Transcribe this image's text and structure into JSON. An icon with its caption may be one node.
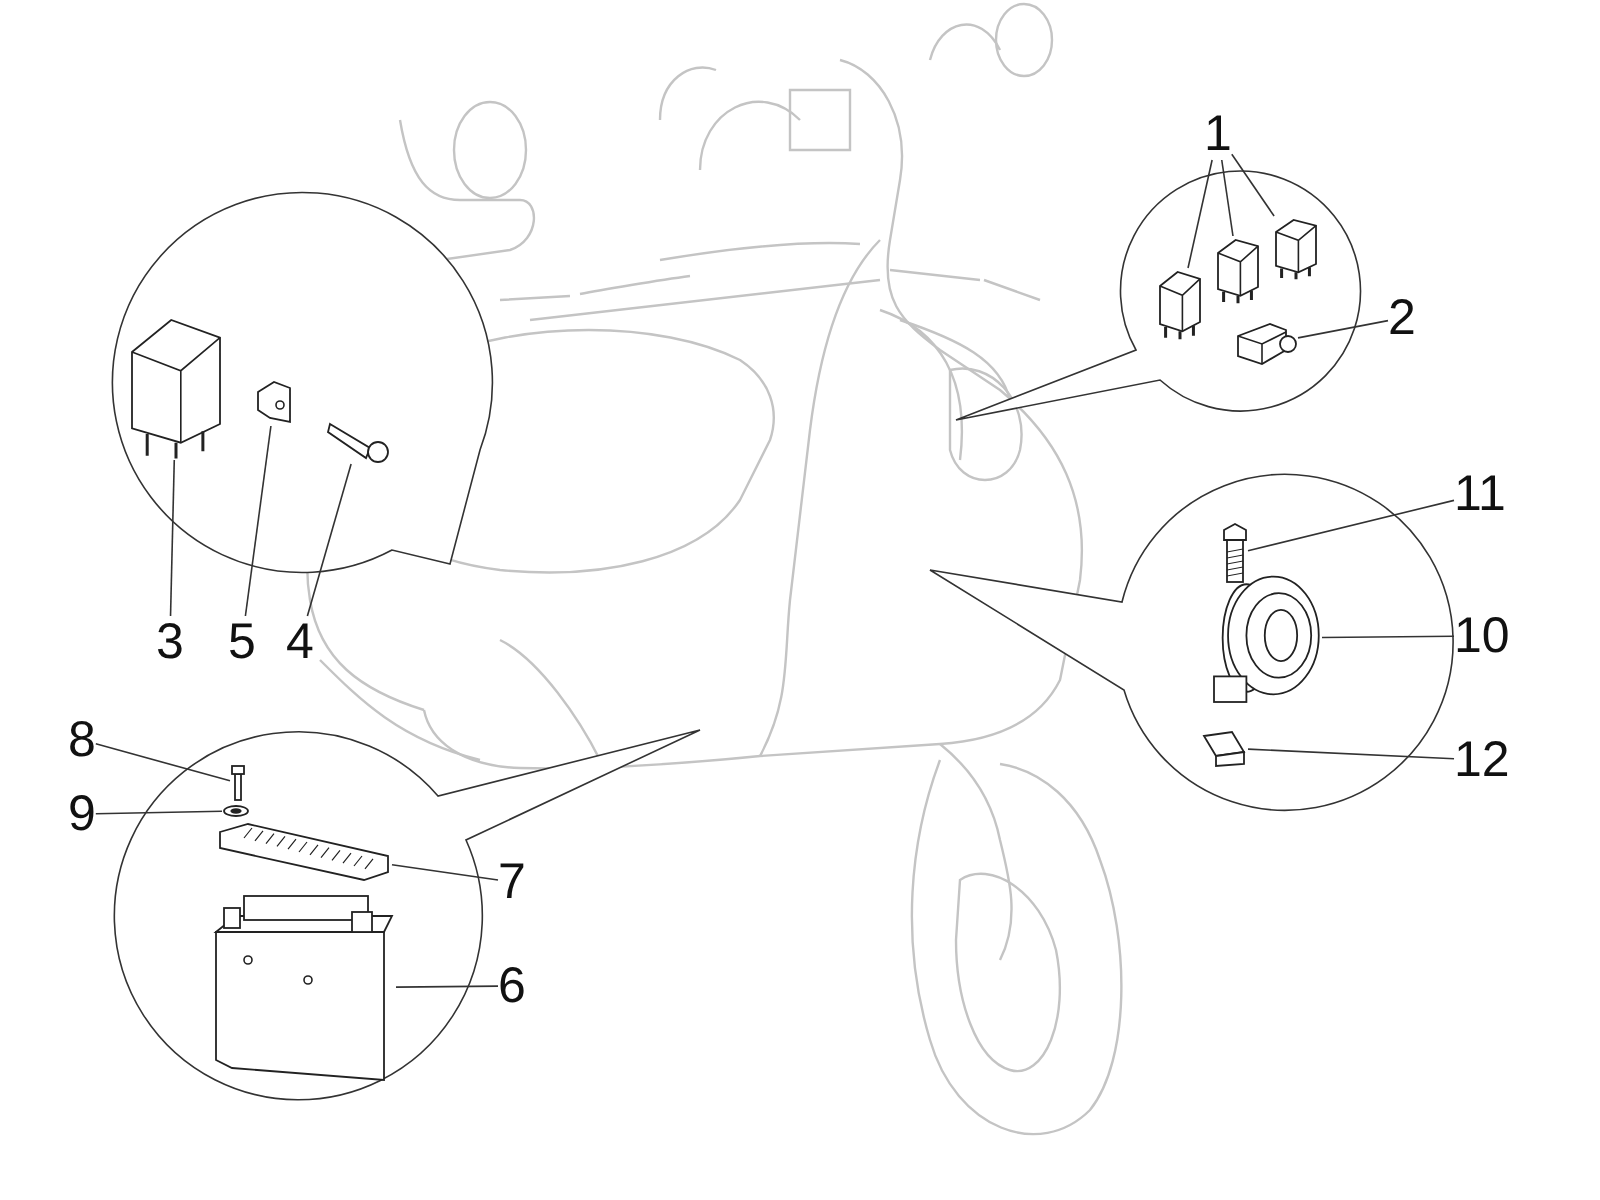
{
  "diagram": {
    "nodes": [
      {
        "text": [
          "1"
        ]
      },
      {
        "text": [],
        "shape": "picture"
      },
      {
        "text": [],
        "shape": "picture"
      },
      {
        "text": [],
        "shape": "picture"
      },
      {
        "text": [
          "2"
        ]
      },
      {
        "text": [],
        "shape": "picture"
      },
      {
        "text": [
          "3"
        ]
      },
      {
        "text": [],
        "shape": "picture"
      },
      {
        "text": [
          "5"
        ]
      },
      {
        "text": [],
        "shape": "picture"
      },
      {
        "text": [
          "4"
        ]
      },
      {
        "text": [],
        "shape": "picture"
      },
      {
        "text": [
          "11"
        ]
      },
      {
        "text": [],
        "shape": "picture"
      },
      {
        "text": [
          "10"
        ]
      },
      {
        "text": [],
        "shape": "picture"
      },
      {
        "text": [
          "12"
        ]
      },
      {
        "text": [],
        "shape": "picture"
      },
      {
        "text": [
          "8"
        ]
      },
      {
        "text": [],
        "shape": "picture"
      },
      {
        "text": [
          "9"
        ]
      },
      {
        "text": [],
        "shape": "picture"
      },
      {
        "text": [
          "7"
        ]
      },
      {
        "text": [],
        "shape": "picture"
      },
      {
        "text": [
          "6"
        ]
      },
      {
        "text": [],
        "shape": "picture"
      }
    ],
    "edges": [
      {
        "from": 0,
        "to": 1,
        "arrow": "none"
      },
      {
        "from": 0,
        "to": 2,
        "arrow": "none"
      },
      {
        "from": 0,
        "to": 3,
        "arrow": "none"
      },
      {
        "from": 4,
        "to": 5,
        "arrow": "none"
      },
      {
        "from": 6,
        "to": 7,
        "arrow": "none"
      },
      {
        "from": 8,
        "to": 9,
        "arrow": "none"
      },
      {
        "from": 10,
        "to": 11,
        "arrow": "none"
      },
      {
        "from": 12,
        "to": 13,
        "arrow": "none"
      },
      {
        "from": 14,
        "to": 15,
        "arrow": "none"
      },
      {
        "from": 16,
        "to": 17,
        "arrow": "none"
      },
      {
        "from": 18,
        "to": 19,
        "arrow": "none"
      },
      {
        "from": 20,
        "to": 21,
        "arrow": "none"
      },
      {
        "from": 22,
        "to": 23,
        "arrow": "none"
      },
      {
        "from": 24,
        "to": 25,
        "arrow": "none"
      }
    ]
  }
}
